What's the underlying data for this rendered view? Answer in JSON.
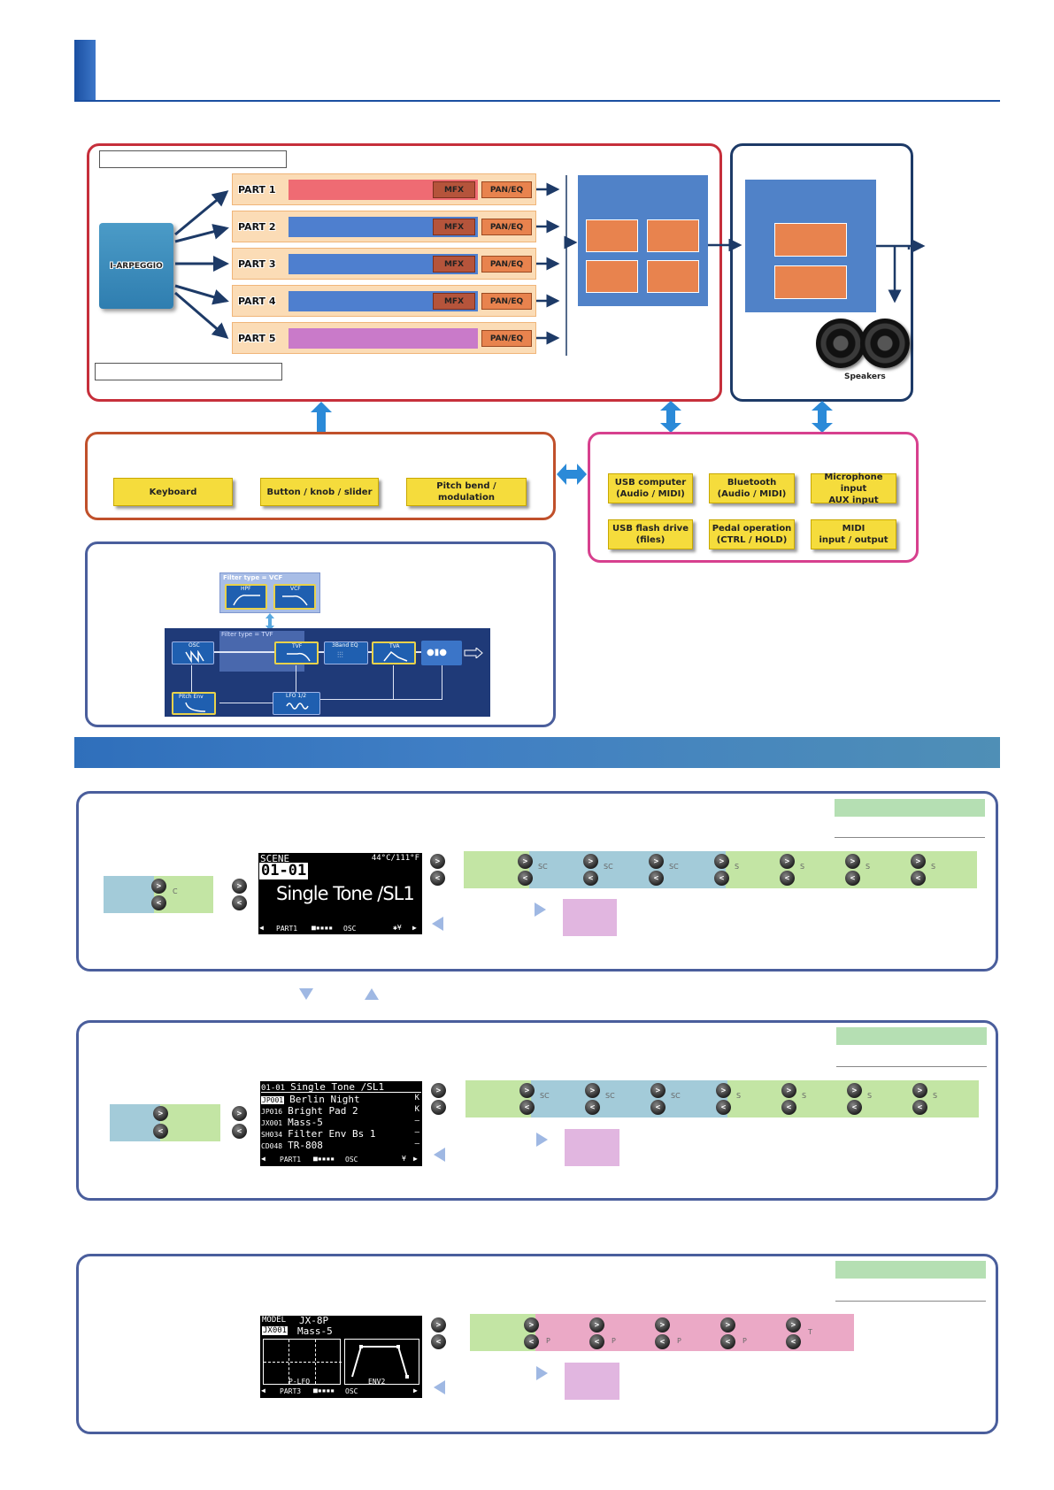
{
  "colors": {
    "header_blue": "#1a4fa1",
    "sound_gen_border": "#c62f3b",
    "output_border": "#1d3a67",
    "controller_border": "#c0502b",
    "io_border": "#d7408e",
    "filter_border": "#4a5e9c",
    "band_start": "#2f6fbb",
    "band_end": "#4f8fb6"
  },
  "diagram": {
    "arpeggio_label": "I-ARPEGGIO",
    "parts": [
      {
        "label": "PART 1",
        "mfx": "MFX",
        "paneq": "PAN/EQ",
        "bar_color": "#ef6b73"
      },
      {
        "label": "PART 2",
        "mfx": "MFX",
        "paneq": "PAN/EQ",
        "bar_color": "#4e7fcf"
      },
      {
        "label": "PART 3",
        "mfx": "MFX",
        "paneq": "PAN/EQ",
        "bar_color": "#4e7fcf"
      },
      {
        "label": "PART 4",
        "mfx": "MFX",
        "paneq": "PAN/EQ",
        "bar_color": "#4e7fcf"
      },
      {
        "label": "PART 5",
        "paneq": "PAN/EQ",
        "bar_color": "#c97ac9"
      }
    ],
    "effect_boxes": [
      "",
      "",
      "",
      ""
    ],
    "output_boxes": [
      "",
      ""
    ],
    "speakers_label": "Speakers",
    "controllers": [
      "Keyboard",
      "Button / knob / slider",
      "Pitch bend / modulation"
    ],
    "io_buttons": [
      {
        "line1": "USB computer",
        "line2": "(Audio / MIDI)"
      },
      {
        "line1": "Bluetooth",
        "line2": "(Audio / MIDI)"
      },
      {
        "line1": "Microphone input",
        "line2": "AUX input"
      },
      {
        "line1": "USB flash drive",
        "line2": "(files)"
      },
      {
        "line1": "Pedal operation",
        "line2": "(CTRL / HOLD)"
      },
      {
        "line1": "MIDI",
        "line2": "input / output"
      }
    ],
    "filter": {
      "vcf_title": "Filter type = VCF",
      "hpf": "HPF",
      "vcf": "VCF",
      "tvf_title": "Filter type = TVF",
      "osc": "OSC",
      "tvf": "TVF",
      "eq": "3Band EQ",
      "tva": "TVA",
      "pitch_env": "Pitch Env",
      "lfo": "LFO 1/2"
    }
  },
  "screen1": {
    "lcd_line1_left": "SCENE",
    "lcd_line1_right": "44°C/111°F",
    "lcd_number": "01-01",
    "lcd_title": "Single Tone /SL1",
    "lcd_footer": "PART1",
    "lcd_footer_osc": "OSC",
    "left_cell_sub": "C",
    "chain_subs": [
      "SC",
      "SC",
      "SC",
      "S",
      "S",
      "S",
      "S"
    ],
    "btn_up": ">",
    "btn_down": "<"
  },
  "screen2": {
    "lcd_rows": [
      {
        "num": "01-01",
        "name": "Single Tone /SL1",
        "flag": ""
      },
      {
        "num": "JP001",
        "name": "Berlin Night",
        "flag": "K"
      },
      {
        "num": "JP016",
        "name": "Bright Pad 2",
        "flag": "K"
      },
      {
        "num": "JX001",
        "name": "Mass-5",
        "flag": "–"
      },
      {
        "num": "SH034",
        "name": "Filter Env Bs 1",
        "flag": "–"
      },
      {
        "num": "CD048",
        "name": "TR-808",
        "flag": "–"
      }
    ],
    "lcd_footer": "PART1",
    "lcd_footer_osc": "OSC",
    "chain_subs": [
      "SC",
      "SC",
      "SC",
      "S",
      "S",
      "S",
      "S"
    ]
  },
  "screen3": {
    "lcd_model_label": "MODEL",
    "lcd_model": "JX-8P",
    "lcd_num": "JX001",
    "lcd_name": "Mass-5",
    "lcd_left_label": "P-LFO",
    "lcd_right_label": "ENV2",
    "lcd_footer": "PART3",
    "lcd_footer_osc": "OSC",
    "chain_subs": [
      "P",
      "P",
      "P",
      "P",
      "T"
    ]
  }
}
